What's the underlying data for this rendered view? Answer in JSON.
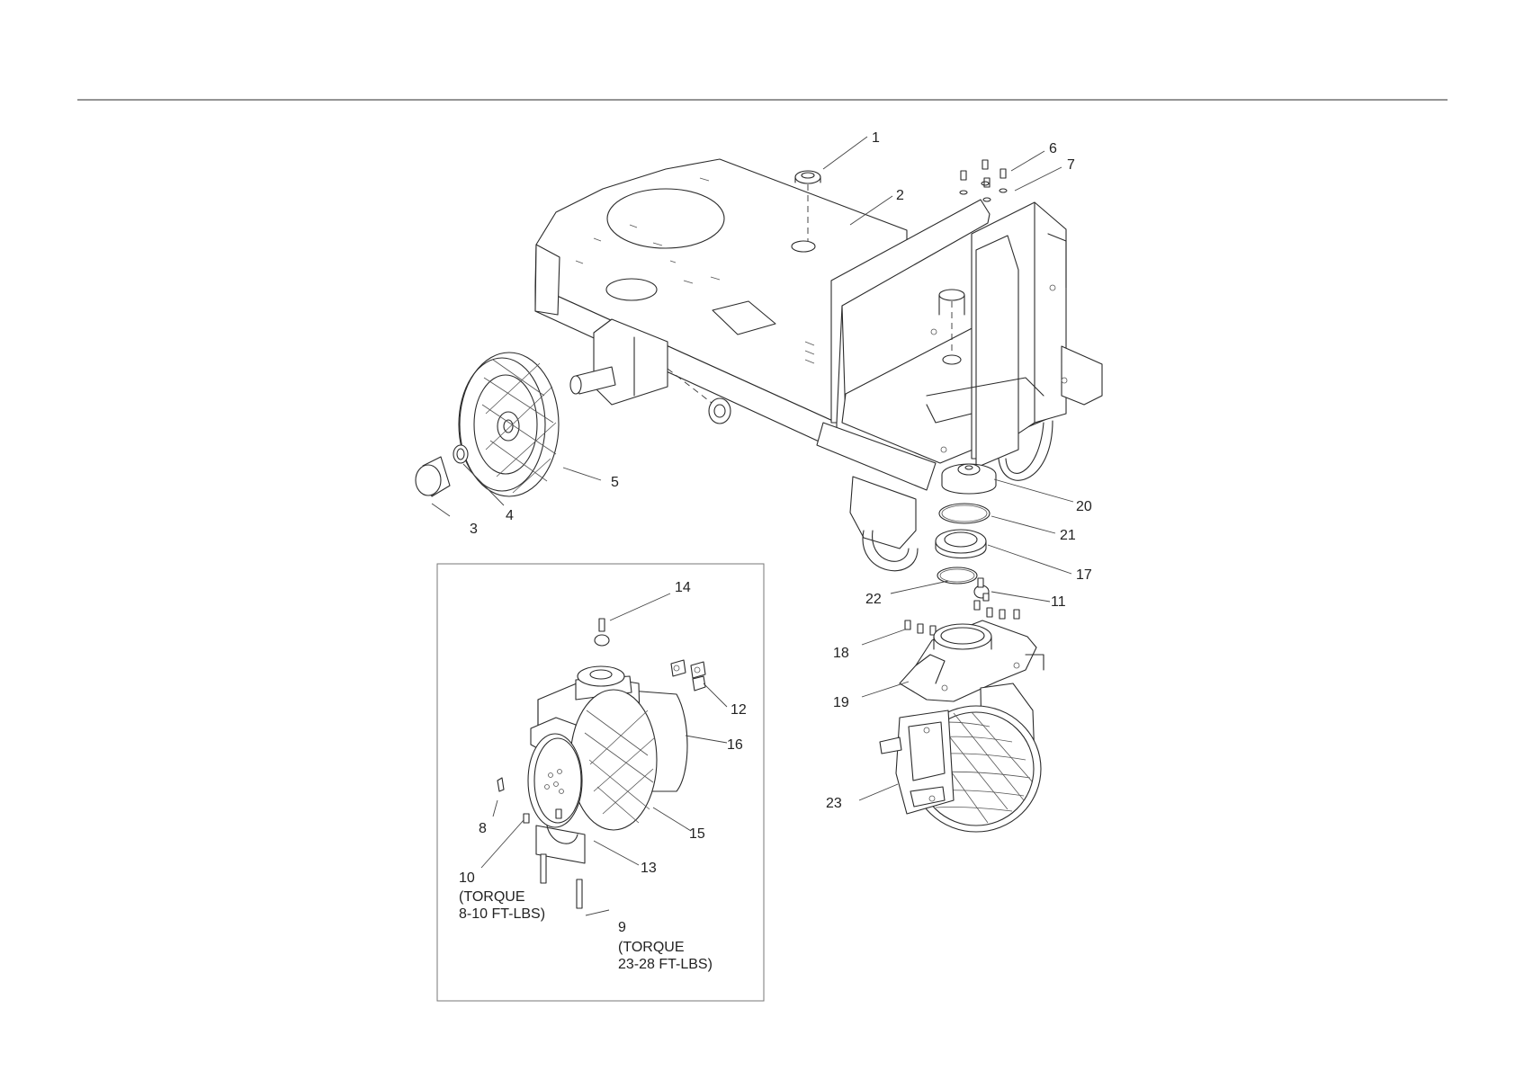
{
  "callouts": {
    "c1": "1",
    "c2": "2",
    "c3": "3",
    "c4": "4",
    "c5": "5",
    "c6": "6",
    "c7": "7",
    "c8": "8",
    "c9": "9",
    "c10": "10",
    "c11": "11",
    "c12": "12",
    "c13": "13",
    "c14": "14",
    "c15": "15",
    "c16": "16",
    "c17": "17",
    "c18": "18",
    "c19": "19",
    "c20": "20",
    "c21": "21",
    "c22": "22",
    "c23": "23"
  },
  "torque_notes": {
    "n10_line1": "(TORQUE",
    "n10_line2": "8-10 FT-LBS)",
    "n9_line1": "(TORQUE",
    "n9_line2": "23-28 FT-LBS)"
  }
}
